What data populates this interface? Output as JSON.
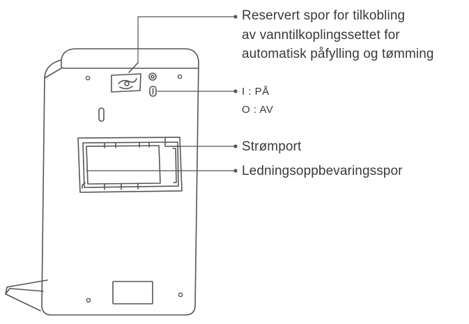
{
  "callouts": {
    "reserved_slot": [
      "Reservert spor for tilkobling",
      "av vanntilkoplingssettet for",
      "automatisk påfylling og tømming"
    ],
    "switch": {
      "on": "I : PÅ",
      "off": "O : AV"
    },
    "power_port": "Strømport",
    "cord_storage": "Ledningsoppbevaringsspor"
  },
  "colors": {
    "line": "#555555",
    "text": "#3a3a3a",
    "background": "#ffffff"
  }
}
